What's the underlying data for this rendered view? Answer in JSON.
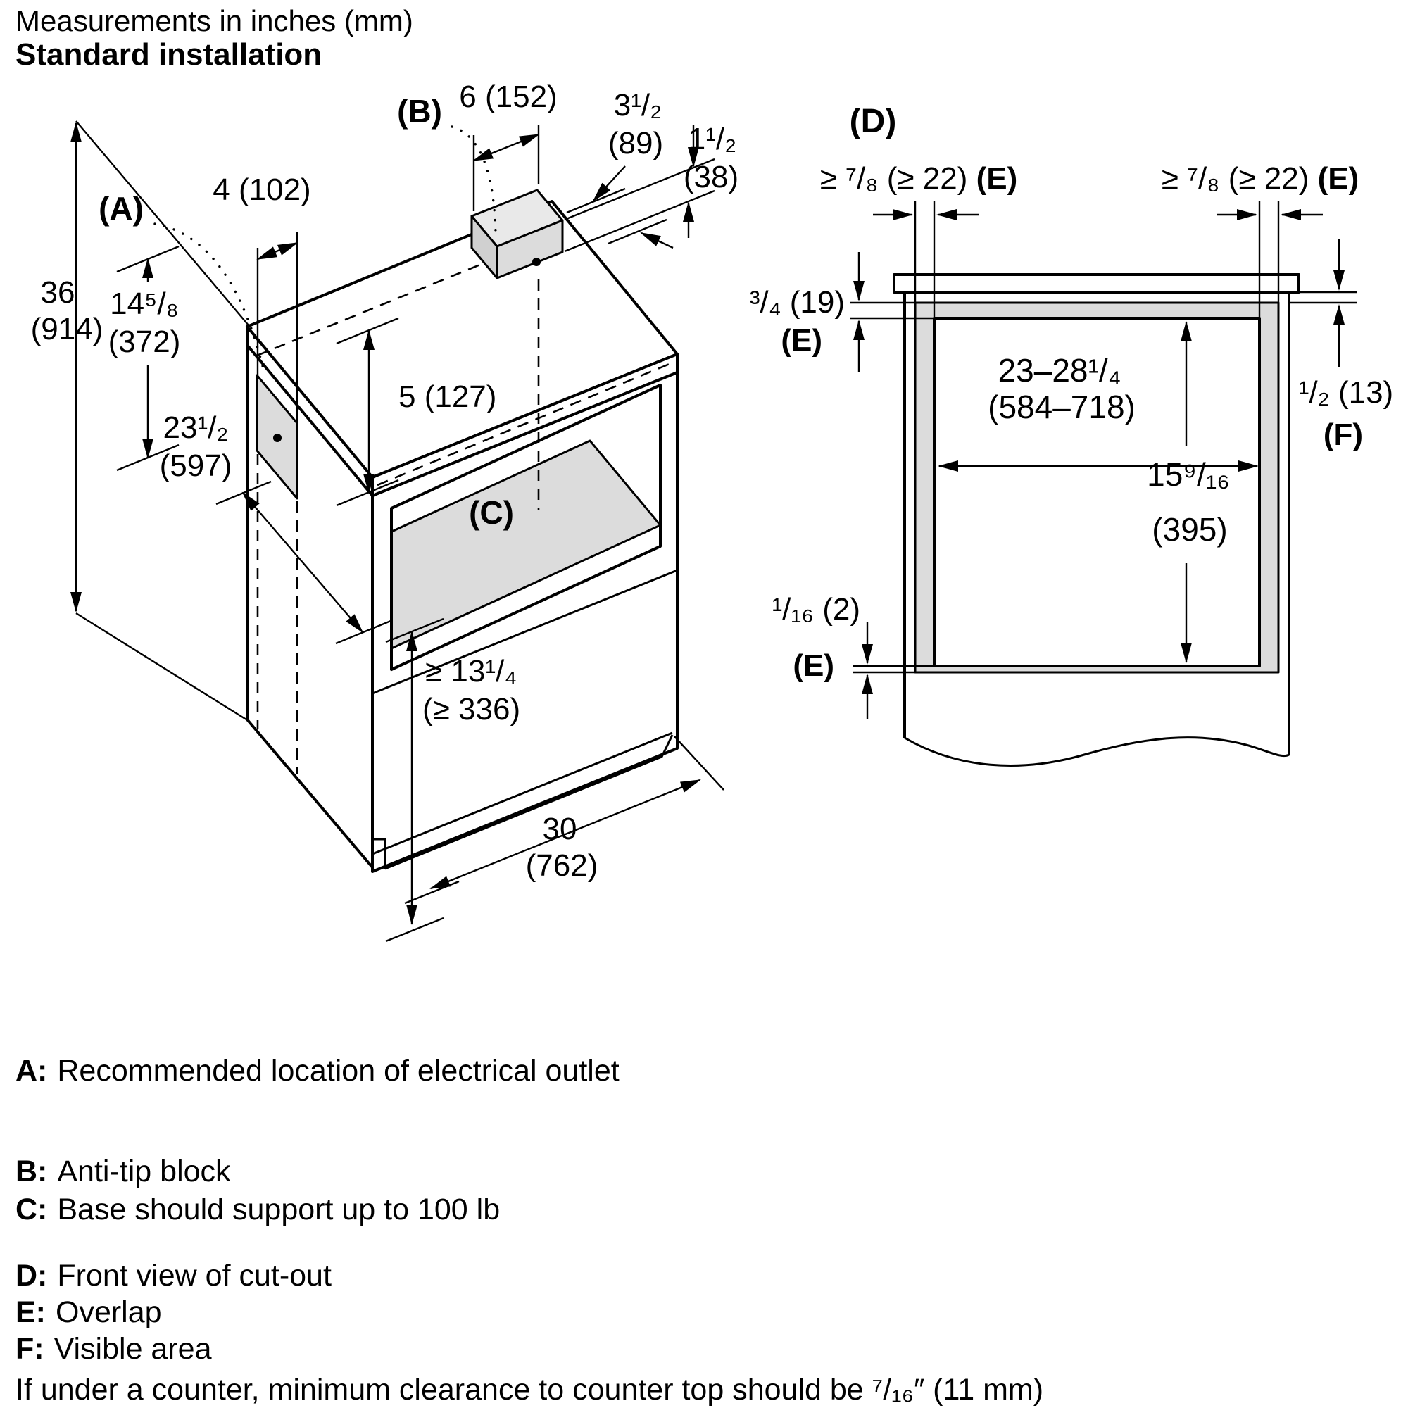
{
  "title": {
    "line1": "Measurements in inches (mm)",
    "line2": "Standard installation"
  },
  "iso_view": {
    "callout_a": "(A)",
    "callout_b": "(B)",
    "callout_c": "(C)",
    "dims": {
      "height_total": {
        "in": "36",
        "mm": "(914)"
      },
      "outlet_offset": {
        "in": "4 (102)"
      },
      "block_width": {
        "in": "6 (152)"
      },
      "block_setback": {
        "in": "3¹/₂",
        "mm": "(89)"
      },
      "block_height": {
        "in": "1¹/₂",
        "mm": "(38)"
      },
      "top_clearance": {
        "in": "5 (127)"
      },
      "outlet_height": {
        "in": "14⁵/₈",
        "mm": "(372)"
      },
      "cabinet_depth": {
        "in": "23¹/₂",
        "mm": "(597)"
      },
      "lower_height": {
        "in": "≥ 13¹/₄",
        "mm": "(≥ 336)"
      },
      "cabinet_width": {
        "in": "30",
        "mm": "(762)"
      }
    }
  },
  "front_view": {
    "callout_d": "(D)",
    "dims": {
      "overlap_left": {
        "text": "≥ ⁷/₈ (≥ 22)",
        "ref": "(E)"
      },
      "overlap_right": {
        "text": "≥ ⁷/₈ (≥ 22)",
        "ref": "(E)"
      },
      "overlap_top": {
        "text": "³/₄ (19)",
        "ref": "(E)"
      },
      "overlap_bottom": {
        "text": "¹/₁₆ (2)",
        "ref": "(E)"
      },
      "cutout_width": {
        "in": "23–28¹/₄",
        "mm": "(584–718)"
      },
      "cutout_height": {
        "in": "15⁹/₁₆",
        "mm": "(395)"
      },
      "visible_area": {
        "text": "¹/₂ (13)",
        "ref": "(F)"
      }
    }
  },
  "legend": {
    "items": [
      {
        "key": "A:",
        "text": "Recommended location of electrical outlet"
      },
      {
        "key": "B:",
        "text": "Anti-tip block"
      },
      {
        "key": "C:",
        "text": "Base should support up to 100 lb"
      },
      {
        "key": "D:",
        "text": "Front view of cut-out"
      },
      {
        "key": "E:",
        "text": "Overlap"
      },
      {
        "key": "F:",
        "text": "Visible area"
      }
    ]
  },
  "note": "If under a counter, minimum clearance to counter top should be ⁷/₁₆″ (11 mm)"
}
